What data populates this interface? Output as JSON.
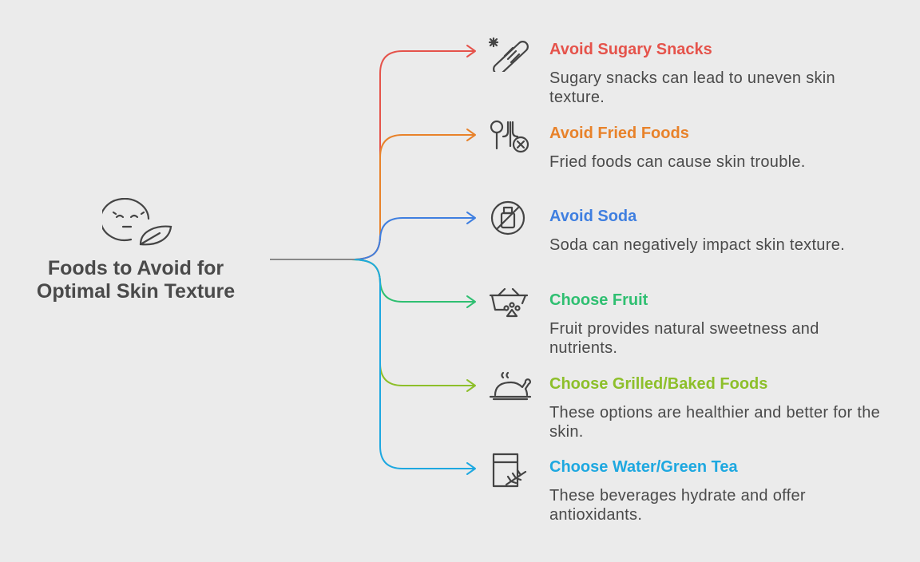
{
  "root": {
    "title": "Foods to Avoid for Optimal Skin Texture",
    "icon": "face-leaf-icon"
  },
  "items": [
    {
      "title": "Avoid Sugary Snacks",
      "desc": "Sugary snacks can lead to uneven skin texture.",
      "color": "#e5534b",
      "icon": "candy-bar-icon"
    },
    {
      "title": "Avoid Fried Foods",
      "desc": "Fried foods can cause skin trouble.",
      "color": "#e8822a",
      "icon": "utensils-x-icon"
    },
    {
      "title": "Avoid Soda",
      "desc": "Soda can negatively impact skin texture.",
      "color": "#3f7fe0",
      "icon": "no-soda-icon"
    },
    {
      "title": "Choose Fruit",
      "desc": "Fruit provides natural sweetness and nutrients.",
      "color": "#2fbf71",
      "icon": "fruit-basket-icon"
    },
    {
      "title": "Choose Grilled/Baked Foods",
      "desc": "These options are healthier and better for the skin.",
      "color": "#8dbf2a",
      "icon": "roast-chicken-icon"
    },
    {
      "title": "Choose Water/Green Tea",
      "desc": "These beverages hydrate and offer antioxidants.",
      "color": "#1ea8e0",
      "icon": "glass-herb-icon"
    }
  ]
}
